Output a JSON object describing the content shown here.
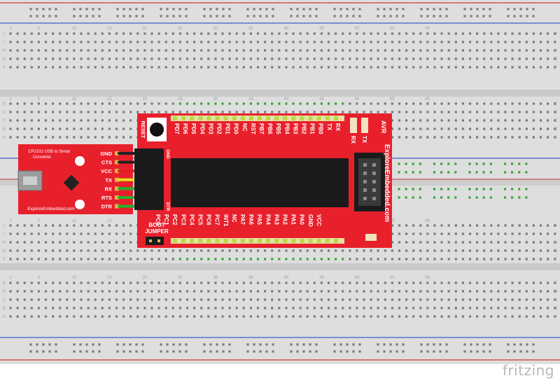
{
  "watermark": "fritzing",
  "breadboard": {
    "column_numbers": [
      "1",
      "5",
      "10",
      "15",
      "20",
      "25",
      "30",
      "35",
      "40",
      "45",
      "50",
      "55",
      "60"
    ],
    "row_letters_top": [
      "J",
      "I",
      "H",
      "G",
      "F"
    ],
    "row_letters_bottom": [
      "E",
      "D",
      "C",
      "B",
      "A"
    ],
    "colors": {
      "body": "#dedede",
      "rail_red": "#d03a3a",
      "rail_blue": "#3a5fd0",
      "hole": "#7a7a7a",
      "hole_active": "#39a436"
    }
  },
  "converter": {
    "title": "CP2102 USB to Serial Converter",
    "brand": "ExploreEmbedded.com",
    "pins": [
      "GND",
      "CTS",
      "VCC",
      "TX",
      "RX",
      "RTS",
      "DTR"
    ],
    "color": "#e8202c"
  },
  "wires": {
    "colors": [
      "#222222",
      "#222222",
      "#e02020",
      "#e6e020",
      "#25b32b",
      "#25b32b",
      "#25b32b"
    ]
  },
  "avr_board": {
    "color": "#e8202c",
    "reset_label": "RESET",
    "gnd_label": "GND",
    "dtr_label": "DTR",
    "boot_jumper_label": [
      "BOOT",
      "JUMPER"
    ],
    "avr_label": "AVR",
    "brand": "ExploreEmbedded.com",
    "top_pins": [
      "PD7",
      "PD6",
      "PD5",
      "PD4",
      "PD3",
      "PD2",
      "PD1",
      "PD0",
      "NC",
      "RST",
      "PB7",
      "PB6",
      "PB5",
      "PB4",
      "PB3",
      "PB2",
      "PB1",
      "PB0",
      "TX",
      "RX"
    ],
    "bottom_pins": [
      "PC0",
      "PC1",
      "PC2",
      "PC3",
      "PC4",
      "PC5",
      "PC6",
      "PC7",
      "INT1",
      "NC",
      "PA7",
      "PA6",
      "PA5",
      "PA4",
      "PA3",
      "PA2",
      "PA1",
      "PA0",
      "GND",
      "VCC"
    ],
    "led_labels": [
      "RX",
      "TX"
    ]
  }
}
